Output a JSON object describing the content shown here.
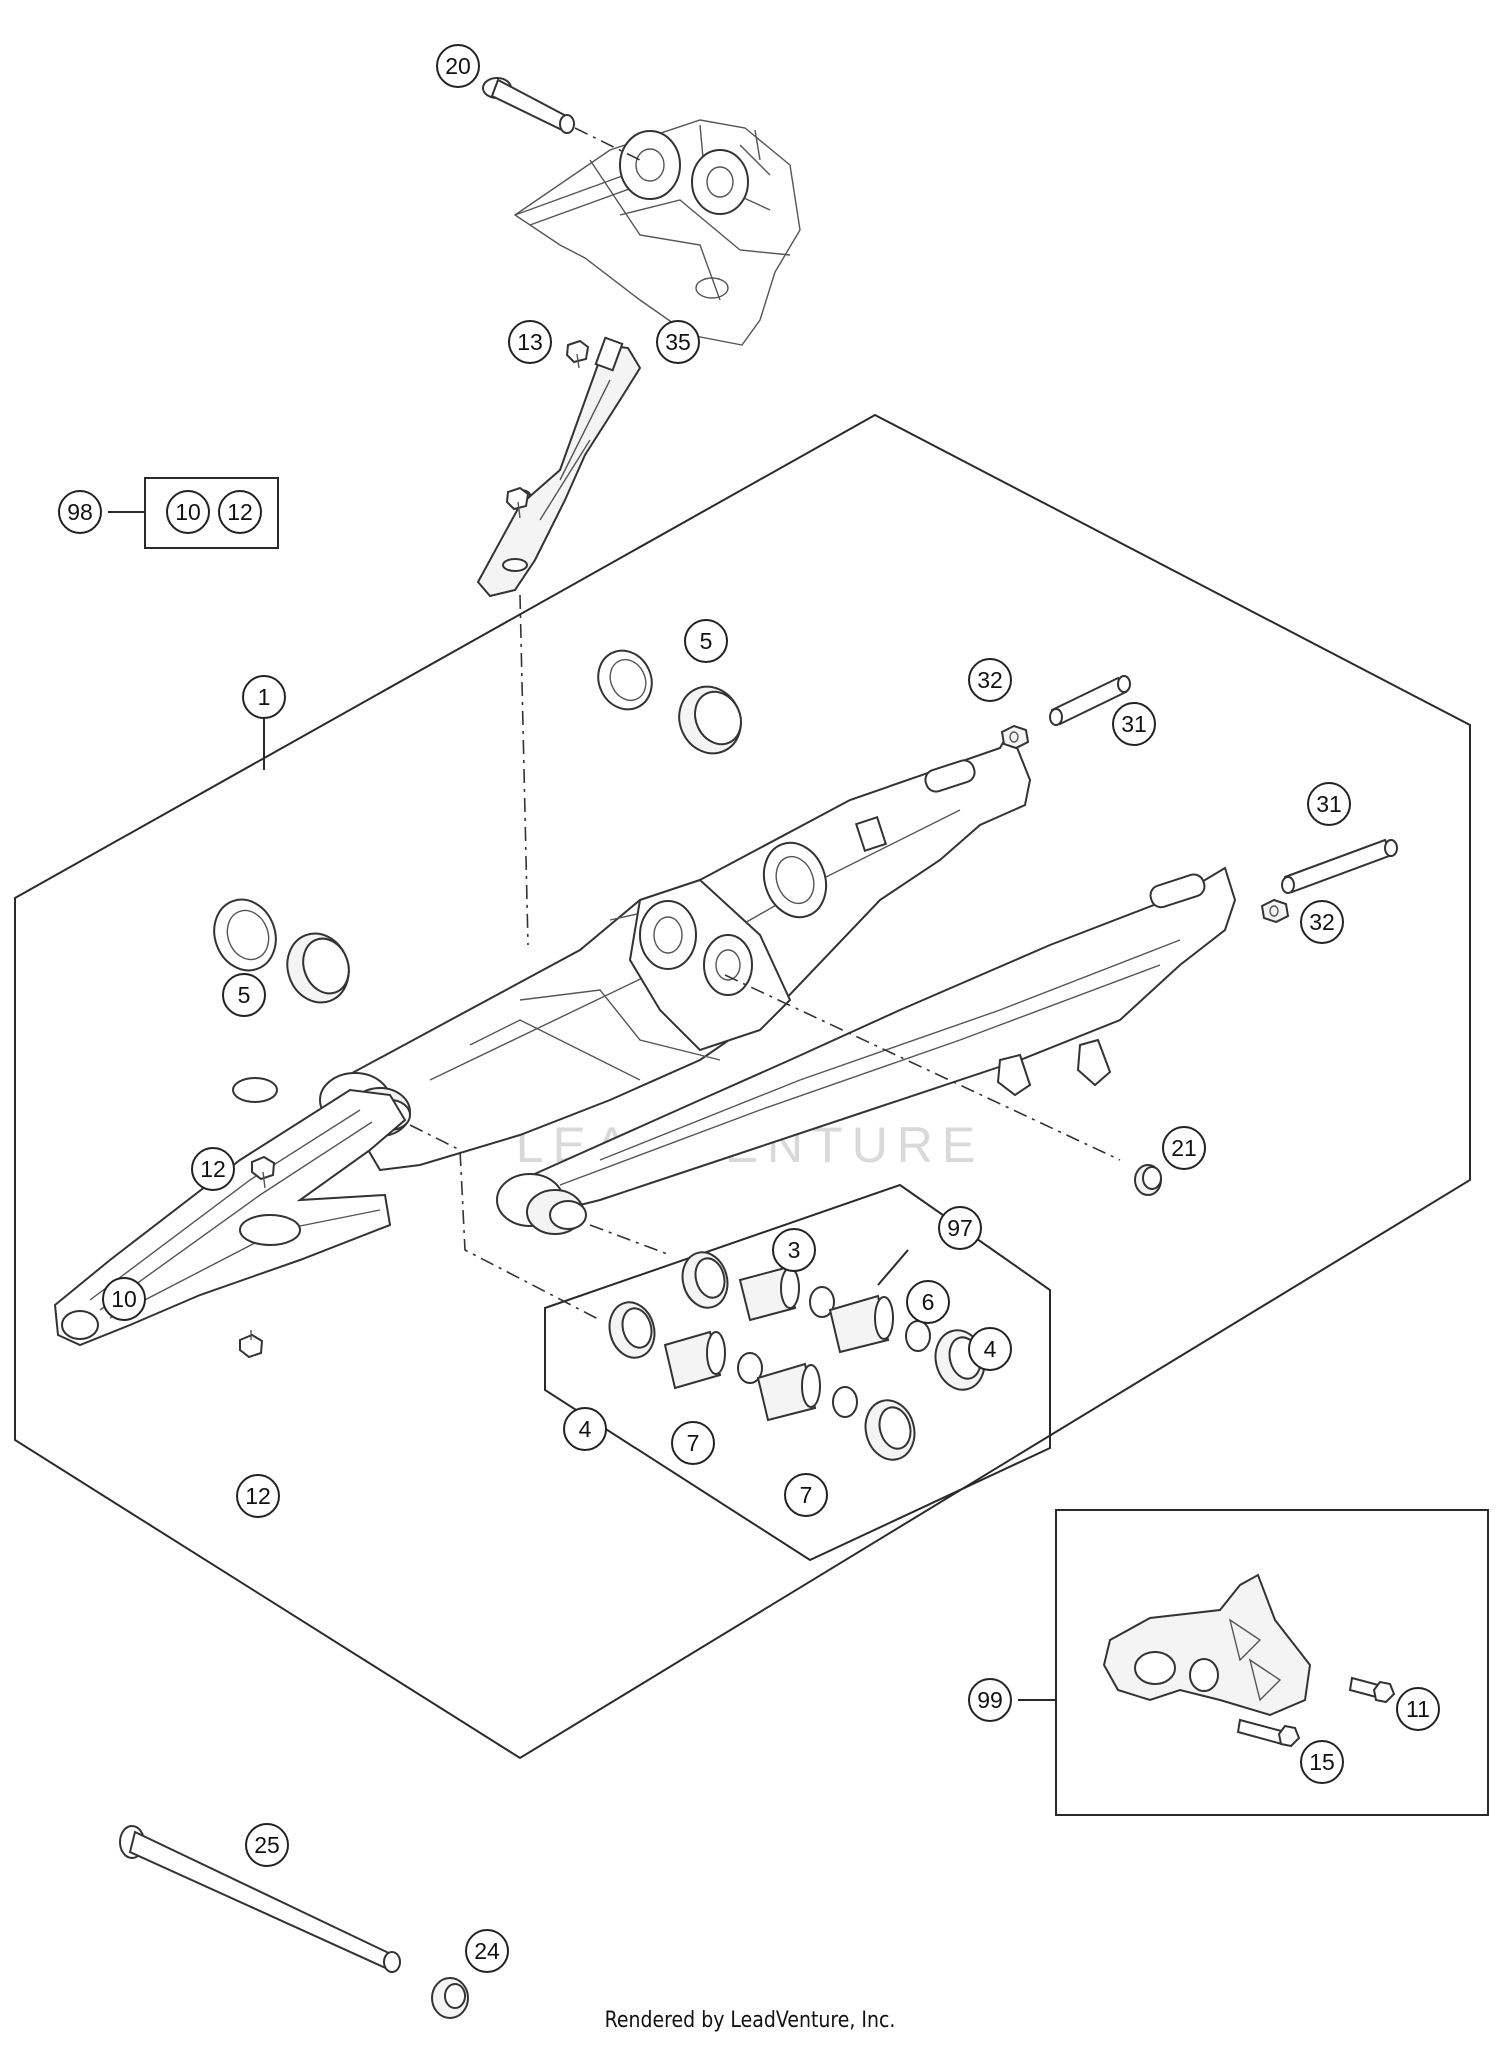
{
  "watermark": "LEADVENTURE",
  "credit": "Rendered by LeadVenture, Inc.",
  "callouts": [
    {
      "id": "c20",
      "label": "20"
    },
    {
      "id": "c13",
      "label": "13"
    },
    {
      "id": "c35",
      "label": "35"
    },
    {
      "id": "c98",
      "label": "98"
    },
    {
      "id": "c98-10",
      "label": "10"
    },
    {
      "id": "c98-12",
      "label": "12"
    },
    {
      "id": "c5-top",
      "label": "5"
    },
    {
      "id": "c1",
      "label": "1"
    },
    {
      "id": "c32-top",
      "label": "32"
    },
    {
      "id": "c31-top",
      "label": "31"
    },
    {
      "id": "c31-right",
      "label": "31"
    },
    {
      "id": "c32-right",
      "label": "32"
    },
    {
      "id": "c5-left",
      "label": "5"
    },
    {
      "id": "c21",
      "label": "21"
    },
    {
      "id": "c12-top",
      "label": "12"
    },
    {
      "id": "c97",
      "label": "97"
    },
    {
      "id": "c3",
      "label": "3"
    },
    {
      "id": "c10",
      "label": "10"
    },
    {
      "id": "c6",
      "label": "6"
    },
    {
      "id": "c4-right",
      "label": "4"
    },
    {
      "id": "c4-left",
      "label": "4"
    },
    {
      "id": "c7-a",
      "label": "7"
    },
    {
      "id": "c7-b",
      "label": "7"
    },
    {
      "id": "c12-bottom",
      "label": "12"
    },
    {
      "id": "c99",
      "label": "99"
    },
    {
      "id": "c11",
      "label": "11"
    },
    {
      "id": "c15",
      "label": "15"
    },
    {
      "id": "c25",
      "label": "25"
    },
    {
      "id": "c24",
      "label": "24"
    }
  ]
}
